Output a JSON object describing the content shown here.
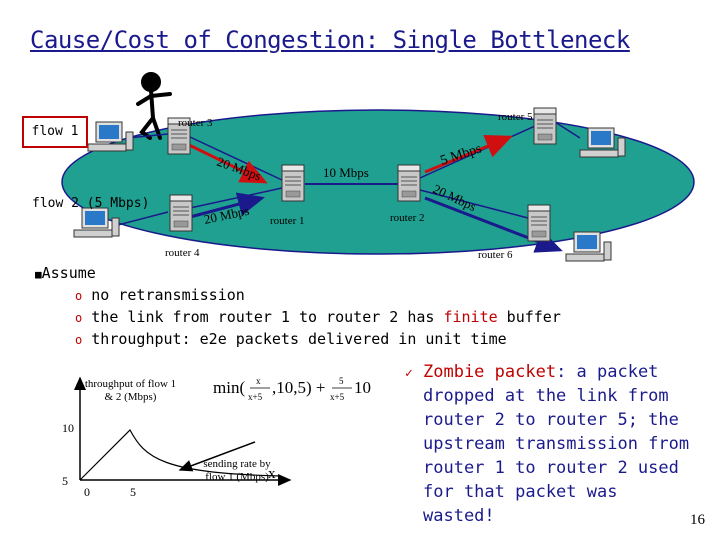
{
  "title": "Cause/Cost of Congestion: Single Bottleneck",
  "diagram": {
    "flow1": "flow 1",
    "flow2": "flow 2 (5 Mbps)",
    "routers": {
      "r1": "router 1",
      "r2": "router 2",
      "r3": "router 3",
      "r4": "router 4",
      "r5": "router 5",
      "r6": "router 6"
    },
    "links": {
      "l13": "20 Mbps",
      "l41": "20 Mbps",
      "l12": "10 Mbps",
      "l25": "5 Mbps",
      "l26": "20 Mbps"
    }
  },
  "assume": {
    "head": "Assume",
    "items": [
      {
        "pre": "no retransmission",
        "hl": "",
        "post": ""
      },
      {
        "pre": "the link from router 1 to router 2 has ",
        "hl": "finite",
        "post": " buffer"
      },
      {
        "pre": "throughput: e2e packets delivered in unit time",
        "hl": "",
        "post": ""
      }
    ]
  },
  "plot": {
    "ylabel": "throughput of flow 1 & 2 (Mbps)",
    "xlabel": "sending rate by flow 1 (Mbps)",
    "xvar": "x",
    "y_ticks": [
      "10",
      "5"
    ],
    "x_ticks": [
      "0",
      "5"
    ]
  },
  "zombie": {
    "term": "Zombie packet",
    "text": ": a packet dropped at the link from router 2 to router 5; the upstream transmission from router 1 to router 2 used for that packet was wasted!"
  },
  "page_number": "16",
  "colors": {
    "title": "#1a1a8c",
    "network": "#20a090",
    "link": "#1a1a8c",
    "flow1_path": "#d01010",
    "flow2_path": "#1a1a8c",
    "accent": "#c00000"
  }
}
